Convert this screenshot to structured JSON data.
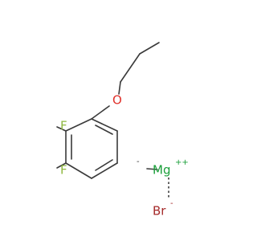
{
  "molecule": {
    "atoms": {
      "oxygen": {
        "symbol": "O",
        "charge": ""
      },
      "fluorine_top": {
        "symbol": "F",
        "charge": ""
      },
      "fluorine_bottom": {
        "symbol": "F",
        "charge": ""
      },
      "carbanion": {
        "symbol": "",
        "charge": "-"
      },
      "magnesium": {
        "symbol": "Mg",
        "charge": "++"
      },
      "bromine": {
        "symbol": "Br",
        "charge": "-"
      }
    },
    "colors": {
      "bond": "#3a3a3a",
      "oxygen": "#e0302a",
      "fluorine": "#8fb840",
      "magnesium": "#1a9f3a",
      "bromine": "#a52a2a",
      "carbon": "#3a3a3a"
    }
  }
}
